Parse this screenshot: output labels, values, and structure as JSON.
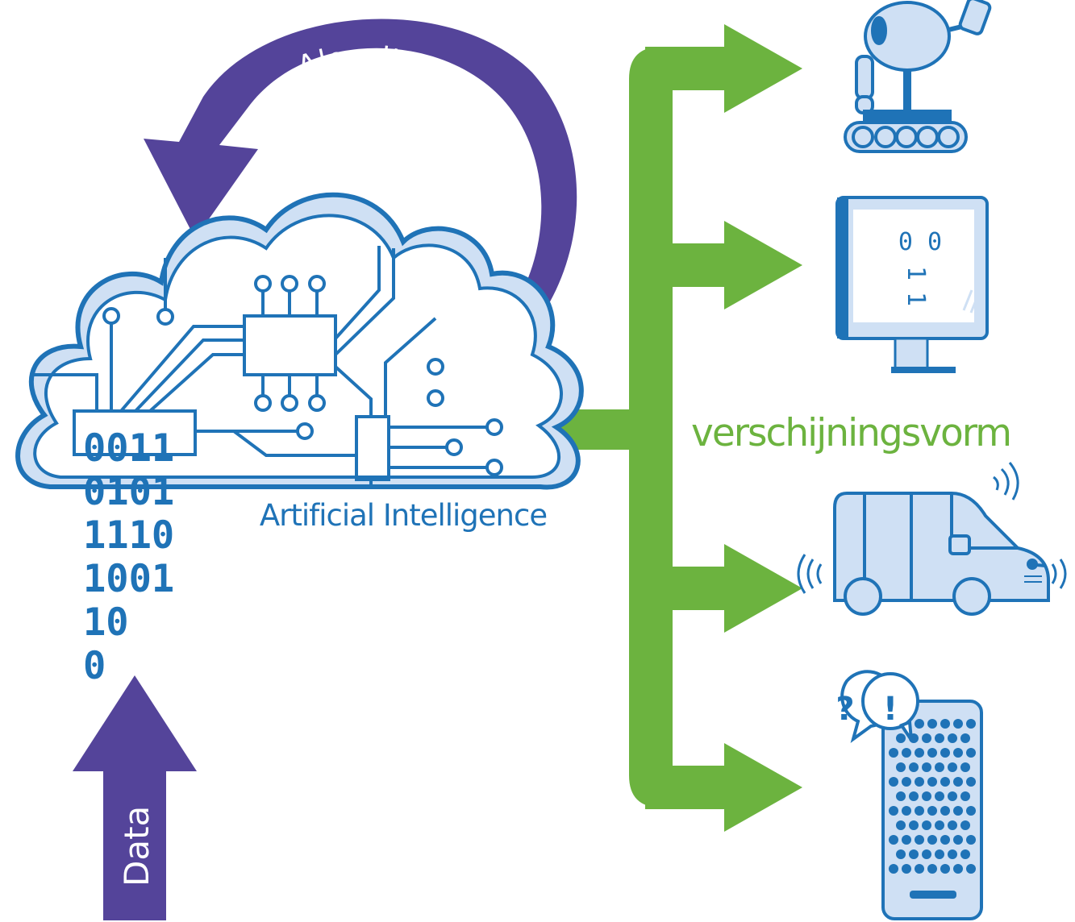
{
  "labels": {
    "algorithm": "Algoritme",
    "ai": "Artificial Intelligence",
    "data": "Data",
    "appearance": "verschijningsvorm"
  },
  "binary": {
    "lines": [
      "0011",
      "0101",
      "1110",
      "1001",
      "10",
      "0"
    ]
  },
  "icons": {
    "robot": "robot-icon",
    "monitor": "monitor-icon",
    "vehicle": "self-driving-van-icon",
    "speaker": "smart-speaker-icon"
  },
  "screen": {
    "eyes": "0 0",
    "mouth": "1",
    "chin": "1"
  },
  "speaker": {
    "question": "?",
    "exclaim": "!"
  },
  "colors": {
    "purple": "#54449a",
    "green": "#6cb33f",
    "blue": "#1f73b7",
    "light_blue": "#cfe0f4"
  }
}
